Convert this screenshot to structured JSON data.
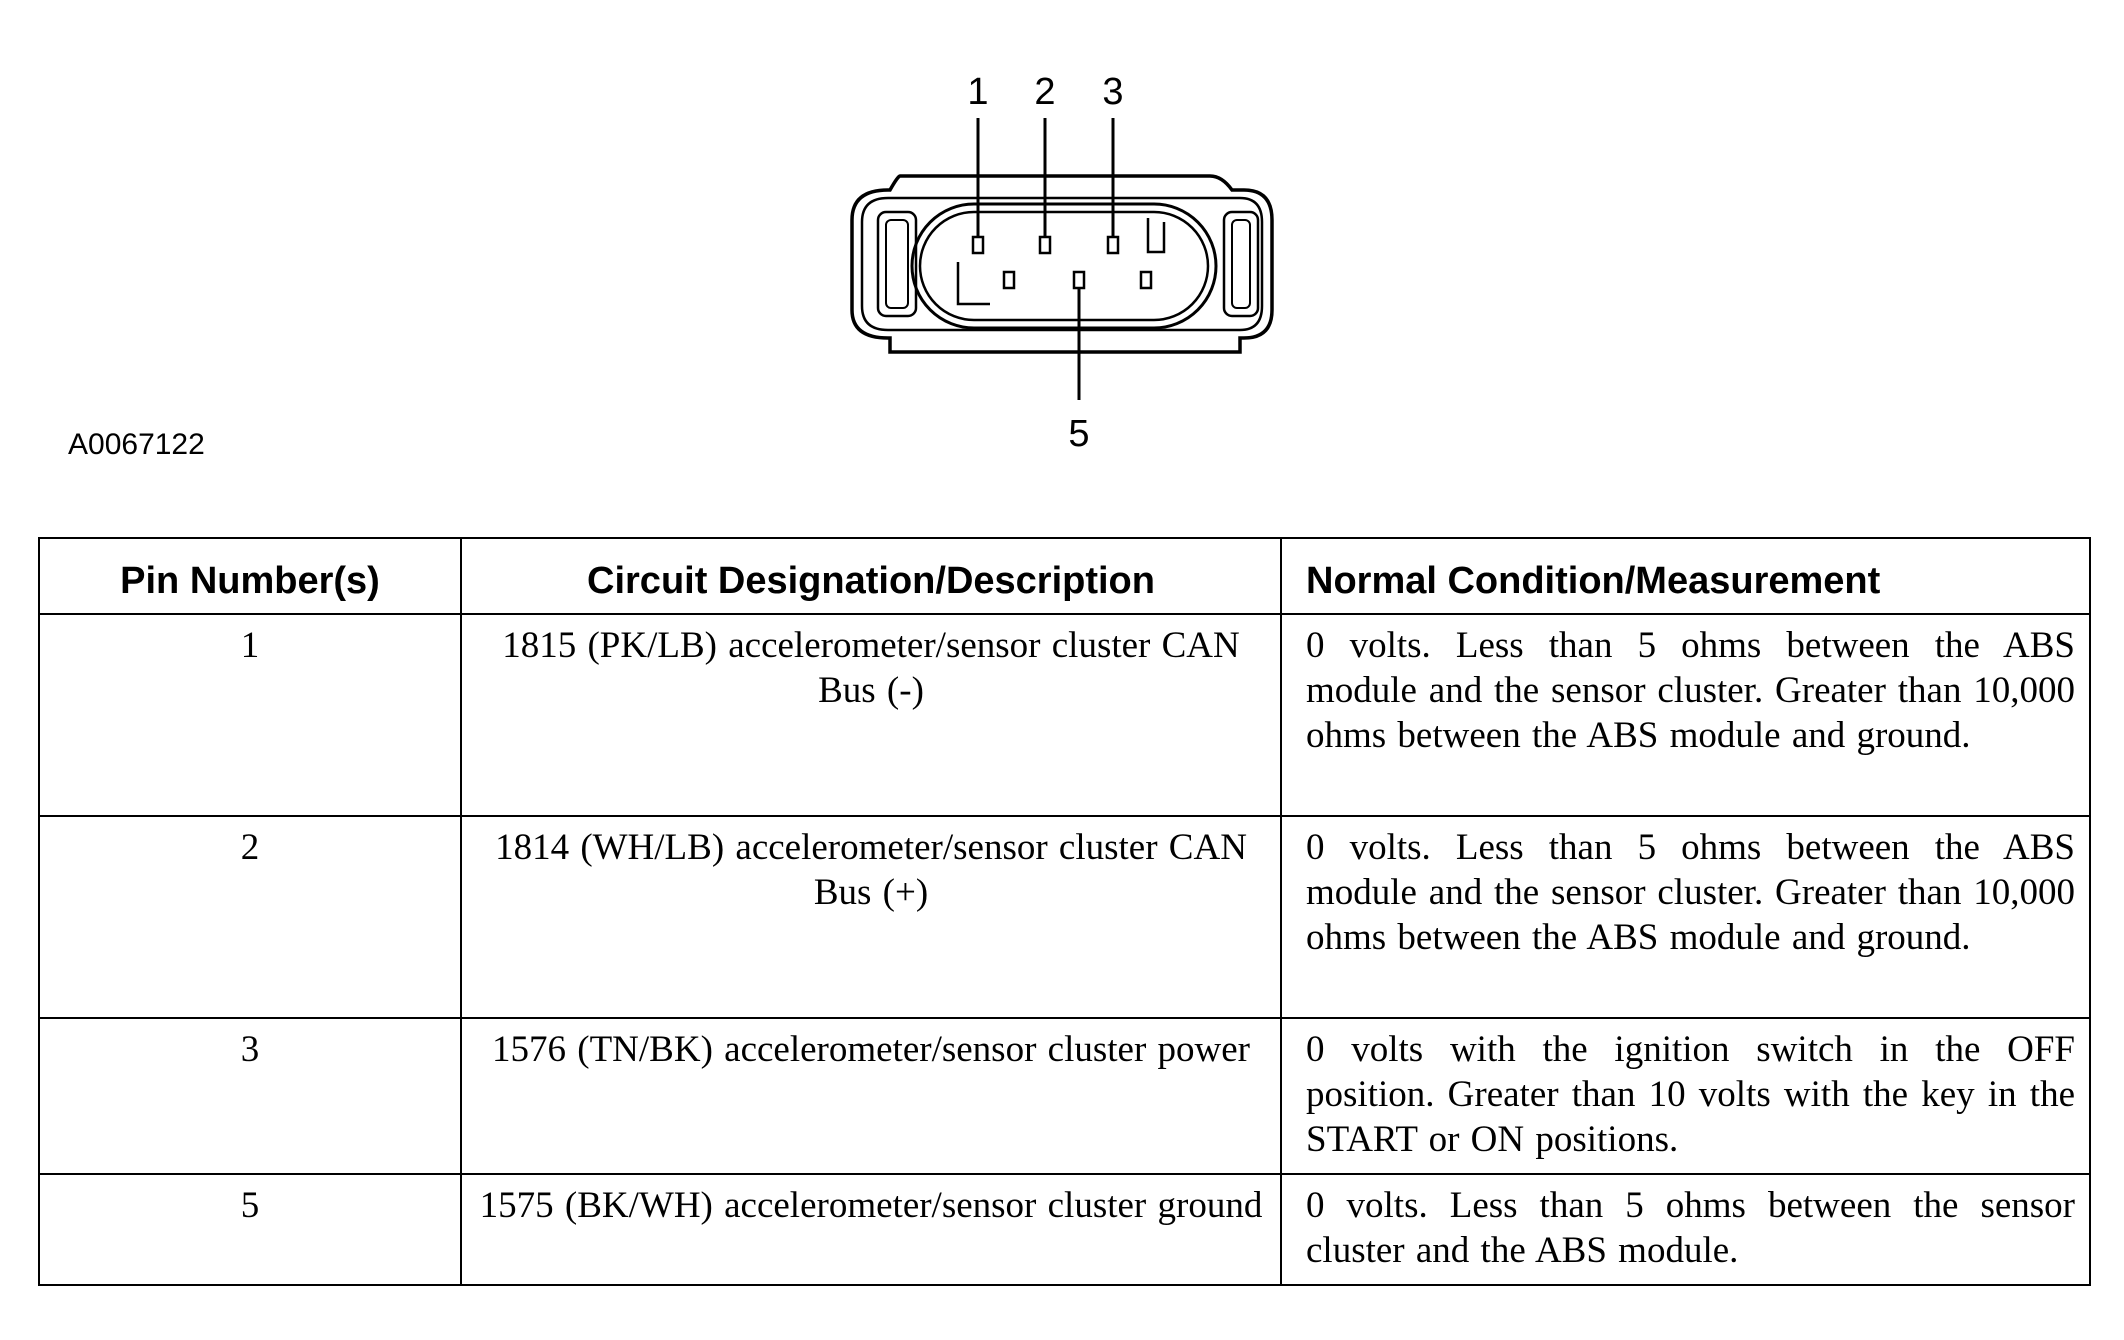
{
  "figure": {
    "id": "A0067122",
    "pin_callouts": [
      "1",
      "2",
      "3",
      "5"
    ]
  },
  "table": {
    "headers": [
      "Pin Number(s)",
      "Circuit Designation/Description",
      "Normal Condition/Measurement"
    ],
    "rows": [
      {
        "pin": "1",
        "description": "1815 (PK/LB) accelerometer/sensor cluster CAN Bus (-)",
        "condition": "0 volts. Less than 5 ohms between the ABS module and the sensor cluster. Greater than 10,000 ohms between the ABS module and ground."
      },
      {
        "pin": "2",
        "description": "1814 (WH/LB) accelerometer/sensor cluster CAN Bus (+)",
        "condition": "0 volts. Less than 5 ohms between the ABS module and the sensor cluster. Greater than 10,000 ohms between the ABS module and ground."
      },
      {
        "pin": "3",
        "description": "1576 (TN/BK) accelerometer/sensor cluster power",
        "condition": "0 volts with the ignition switch in the OFF position. Greater than 10 volts with the key in the START or ON positions."
      },
      {
        "pin": "5",
        "description": "1575 (BK/WH) accelerometer/sensor cluster ground",
        "condition": "0 volts. Less than 5 ohms between the sensor cluster and the ABS module."
      }
    ]
  }
}
